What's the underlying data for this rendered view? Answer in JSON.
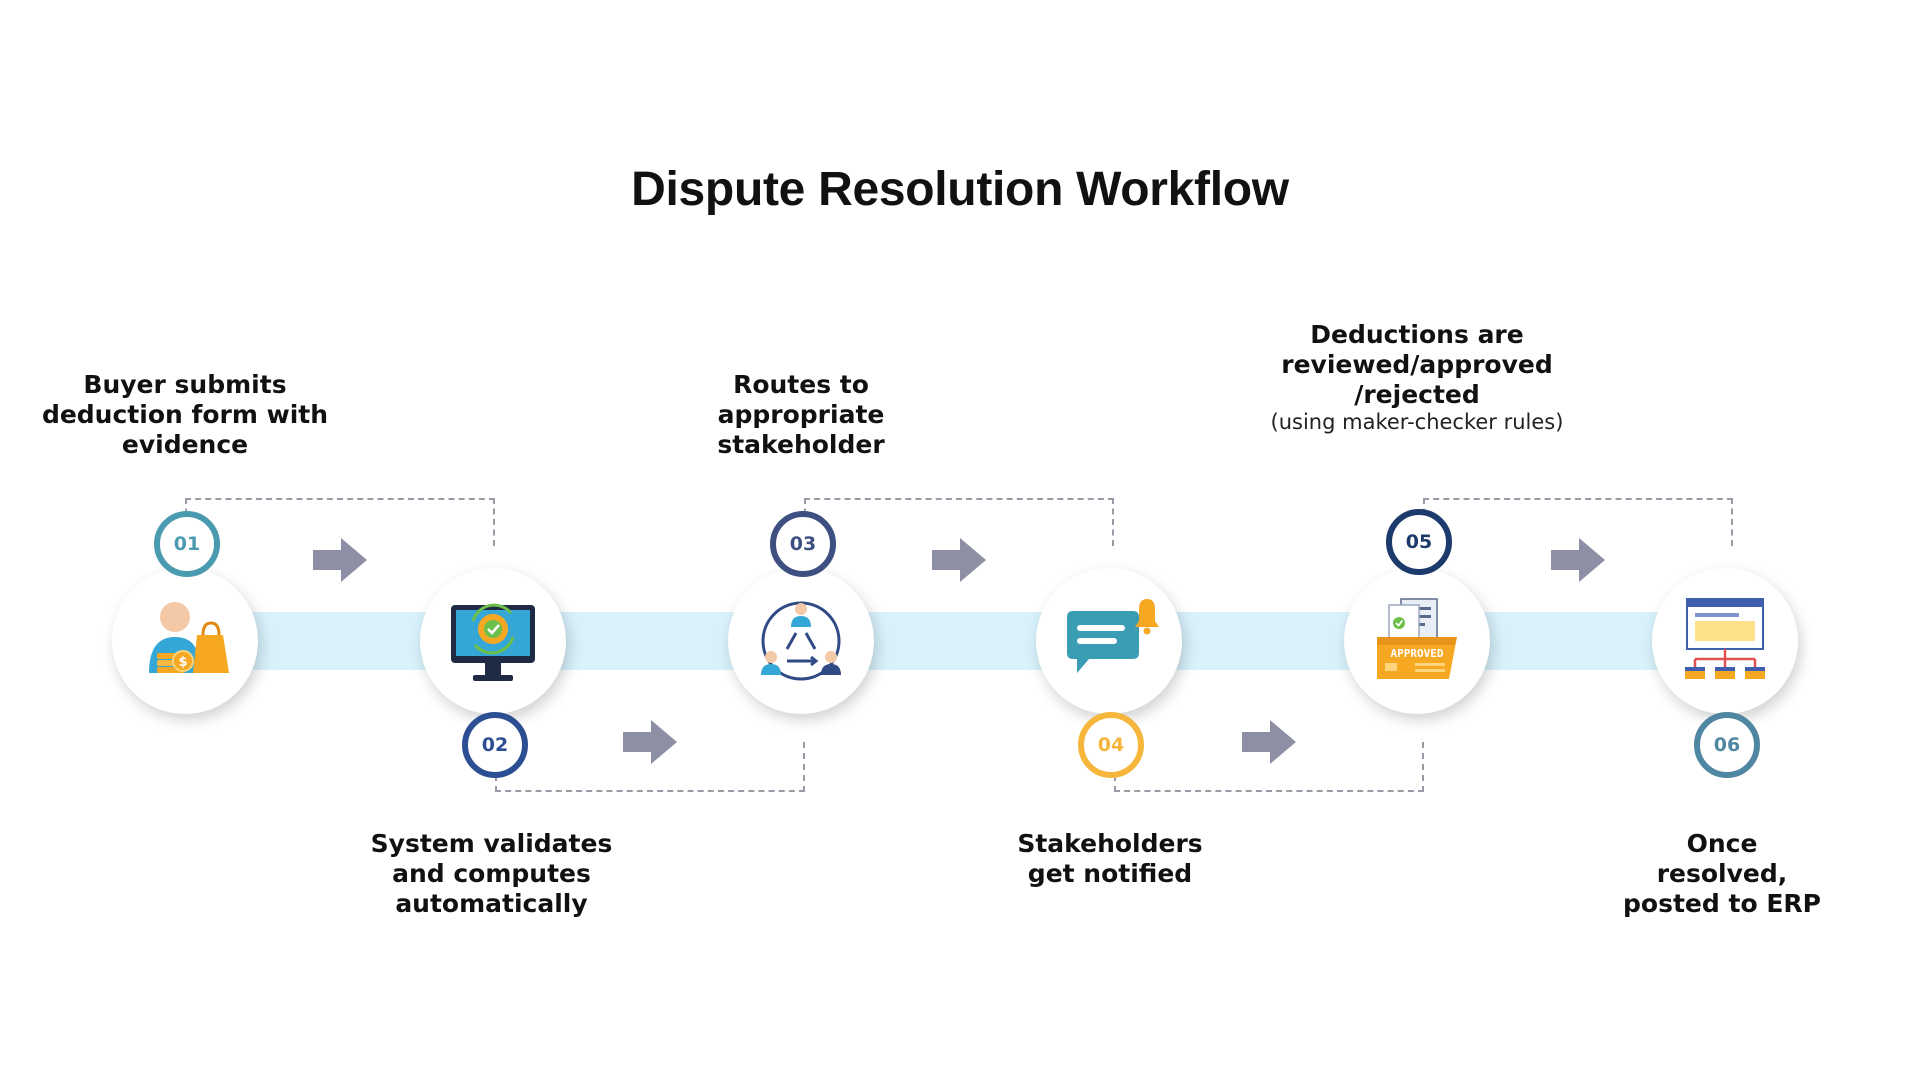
{
  "title": "Dispute Resolution Workflow",
  "steps": [
    {
      "number": "01",
      "label": "Buyer submits deduction form with evidence",
      "color": "#4a9bb0"
    },
    {
      "number": "02",
      "label": "System validates and computes automatically",
      "color": "#2c4f93"
    },
    {
      "number": "03",
      "label": "Routes to appropriate stakeholder",
      "color": "#3e4f82"
    },
    {
      "number": "04",
      "label": "Stakeholders get notified",
      "color": "#f6b63c"
    },
    {
      "number": "05",
      "label": "Deductions are reviewed/approved /rejected",
      "sublabel": "(using maker-checker rules)",
      "color": "#1d3a6c"
    },
    {
      "number": "06",
      "label": "Once resolved, posted to ERP",
      "color": "#4f86a2"
    }
  ],
  "icons": {
    "step1": "buyer-shopping-icon",
    "step2": "computer-gear-check-icon",
    "step3": "stakeholder-network-icon",
    "step4": "chat-notification-bell-icon",
    "step5": "approved-folder-icon",
    "step6": "erp-hierarchy-icon"
  },
  "approved_stamp": "APPROVED",
  "colors": {
    "band": "#d8f1fb",
    "arrow": "#8d8fa5",
    "dash": "#9a9aa6"
  }
}
